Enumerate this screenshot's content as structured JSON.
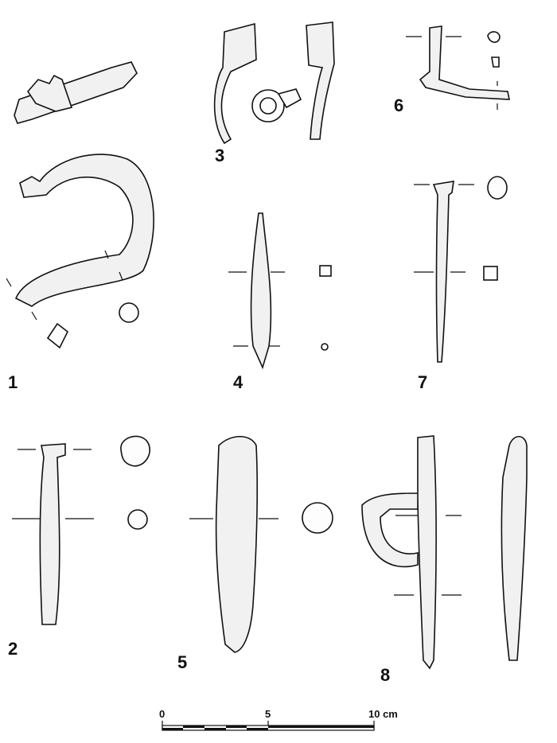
{
  "figure_labels": [
    "1",
    "2",
    "3",
    "4",
    "5",
    "6",
    "7",
    "8"
  ],
  "scale_bar": {
    "labels": [
      "0",
      "5",
      "10 cm"
    ],
    "max_cm": 10,
    "segments_first_half": 5
  }
}
